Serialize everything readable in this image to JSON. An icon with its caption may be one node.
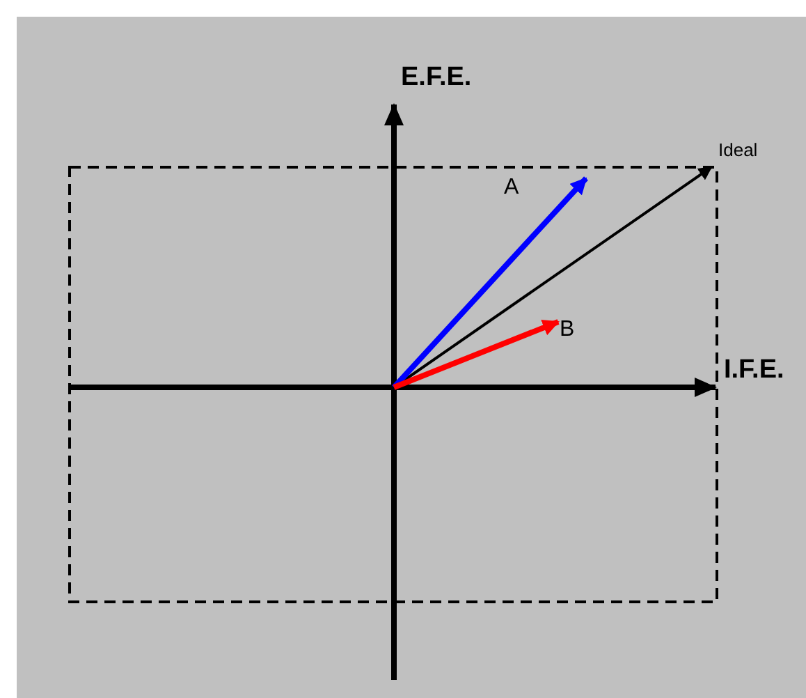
{
  "diagram": {
    "labels": [
      "E.F.E.",
      "Ideal",
      "A",
      "B",
      "I.F.E."
    ]
  }
}
